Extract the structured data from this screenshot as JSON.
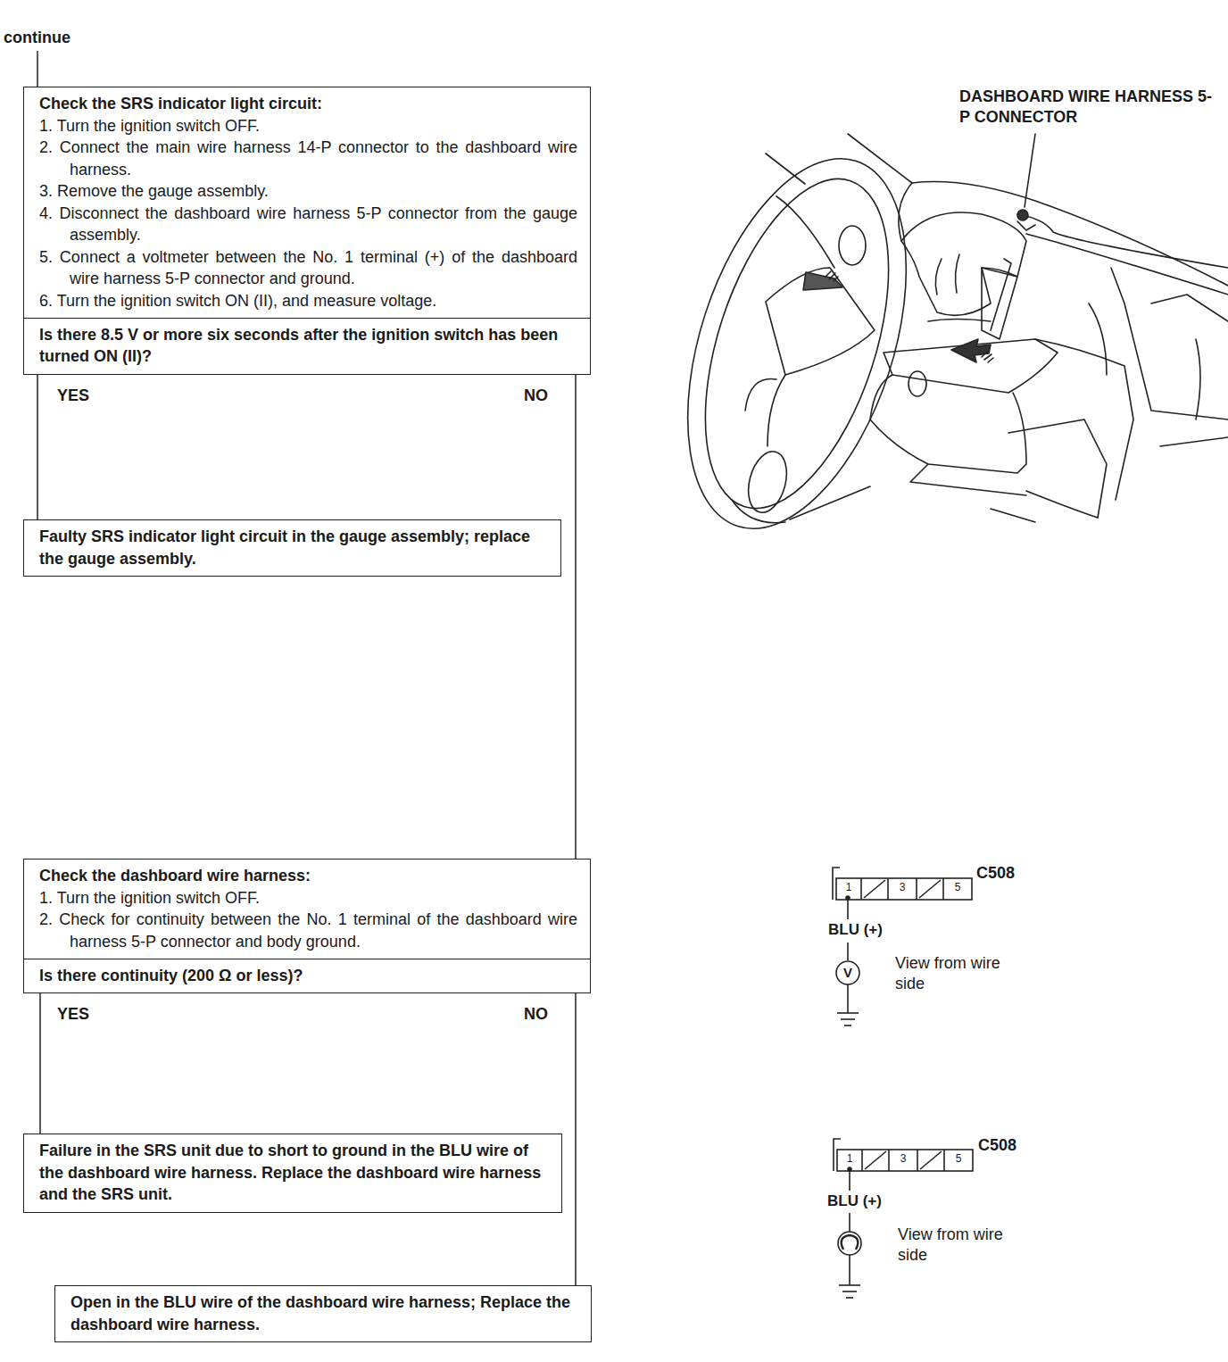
{
  "diagram": {
    "nodes": [
      {
        "text": [
          "Check the SRS indicator light circuit:",
          "1. Turn the ignition switch OFF.",
          "2. Connect the main wire harness 14-P connector to the dashboard wire harness.",
          "3. Remove the gauge assembly.",
          "4. Disconnect the dashboard wire harness 5-P connector from the gauge assembly.",
          "5. Connect a voltmeter between the No. 1 terminal (+) of the dashboard wire harness 5-P connector and ground.",
          "6. Turn the ignition switch ON (II), and measure voltage."
        ]
      },
      {
        "text": [
          "Is there 8.5 V or more six seconds after the ignition switch has been turned ON (II)?"
        ]
      },
      {
        "text": [
          "Faulty SRS indicator light circuit in the gauge assembly; replace the gauge assembly."
        ]
      },
      {
        "text": [
          "Check the dashboard wire harness:",
          "1. Turn the ignition switch OFF.",
          "2. Check for continuity between the No. 1 terminal of the dashboard wire harness 5-P connector and body ground."
        ]
      },
      {
        "text": [
          "Is there continuity (200 Ω or less)?"
        ]
      },
      {
        "text": [
          "Failure in the SRS unit due to short to ground in the BLU wire of the dashboard wire harness. Replace the dashboard wire harness and the SRS unit."
        ]
      },
      {
        "text": [
          "Open in the BLU wire of the dashboard wire harness; Replace the dashboard wire harness."
        ]
      }
    ],
    "edges": [
      {
        "from": 1,
        "to": 2,
        "arrow": "none",
        "label": "YES"
      },
      {
        "from": 1,
        "to": 3,
        "arrow": "none",
        "label": "NO"
      },
      {
        "from": 4,
        "to": 5,
        "arrow": "none",
        "label": "YES"
      },
      {
        "from": 4,
        "to": 6,
        "arrow": "none",
        "label": "NO"
      }
    ],
    "labels": [
      "continue",
      "DASHBOARD WIRE HARNESS 5-P CONNECTOR",
      "1",
      "3",
      "5",
      "C508",
      "BLU (+)",
      "V",
      "View from wire side",
      "1",
      "3",
      "5",
      "C508",
      "BLU (+)",
      "View from wire side"
    ]
  }
}
